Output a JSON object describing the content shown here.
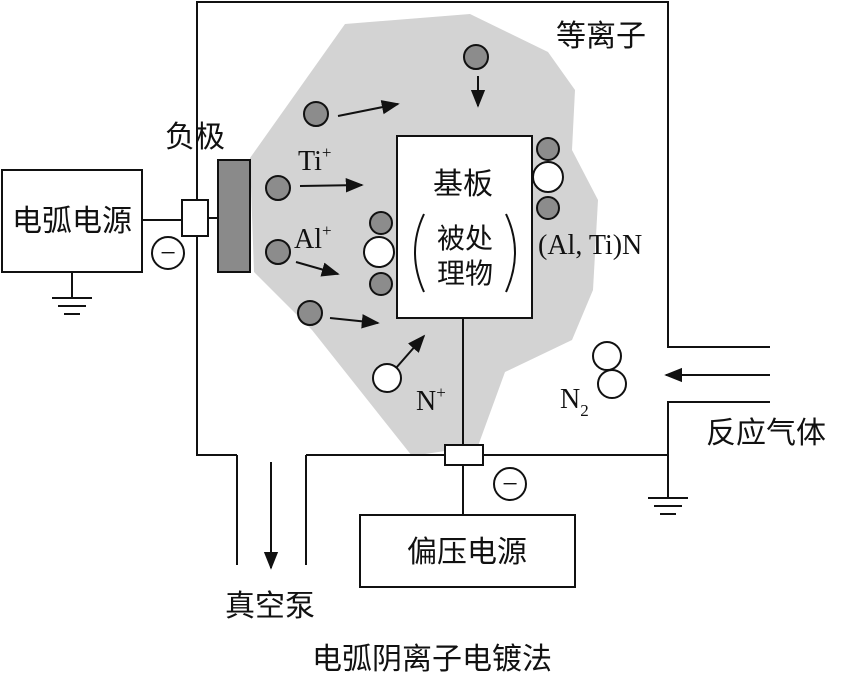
{
  "labels": {
    "plasma": "等离子",
    "cathode": "负极",
    "arc_power": "电弧电源",
    "substrate": "基板",
    "substrate_note_line1": "被处",
    "substrate_note_line2": "理物",
    "coating": "(Al, Ti)N",
    "ti_ion": "Ti",
    "al_ion": "Al",
    "n_ion": "N",
    "ion_charge": "+",
    "n2_base": "N",
    "n2_sub": "2",
    "reaction_gas": "反应气体",
    "bias_power": "偏压电源",
    "vacuum_pump": "真空泵",
    "caption": "电弧阴离子电镀法",
    "minus_sign": "−"
  },
  "colors": {
    "plasma": "#d3d3d3",
    "cathode": "#8a8a8a",
    "metal_ion": "#8c8c8c",
    "line": "#111111",
    "background": "#ffffff"
  }
}
